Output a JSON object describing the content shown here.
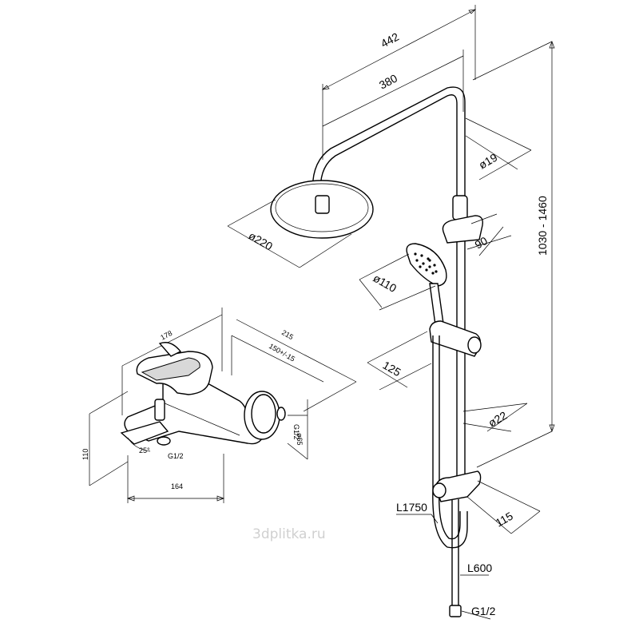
{
  "watermark": "3dplitka.ru",
  "colors": {
    "line": "#000000",
    "background": "#ffffff",
    "shade": "#d8d8d8",
    "watermark": "#d0d0d0"
  },
  "shower": {
    "arm_length_outer": "442",
    "arm_length_inner": "380",
    "pipe_diameter": "ø19",
    "head_diameter": "ø220",
    "height_range": "1030 - 1460",
    "holder_offset": "90",
    "hand_shower_diameter": "ø110",
    "slider_offset": "125",
    "rail_diameter": "ø22",
    "outlet_offset": "115",
    "hose_long": "L1750",
    "hose_short": "L600",
    "thread": "G1/2"
  },
  "mixer": {
    "width_top": "178",
    "width_total": "215",
    "connection_spacing": "150+/-15",
    "thread": "G1/2",
    "escutcheon": "ø65",
    "height": "110",
    "angle": "25°",
    "thread_spout": "G1/2",
    "spout_length": "164"
  }
}
